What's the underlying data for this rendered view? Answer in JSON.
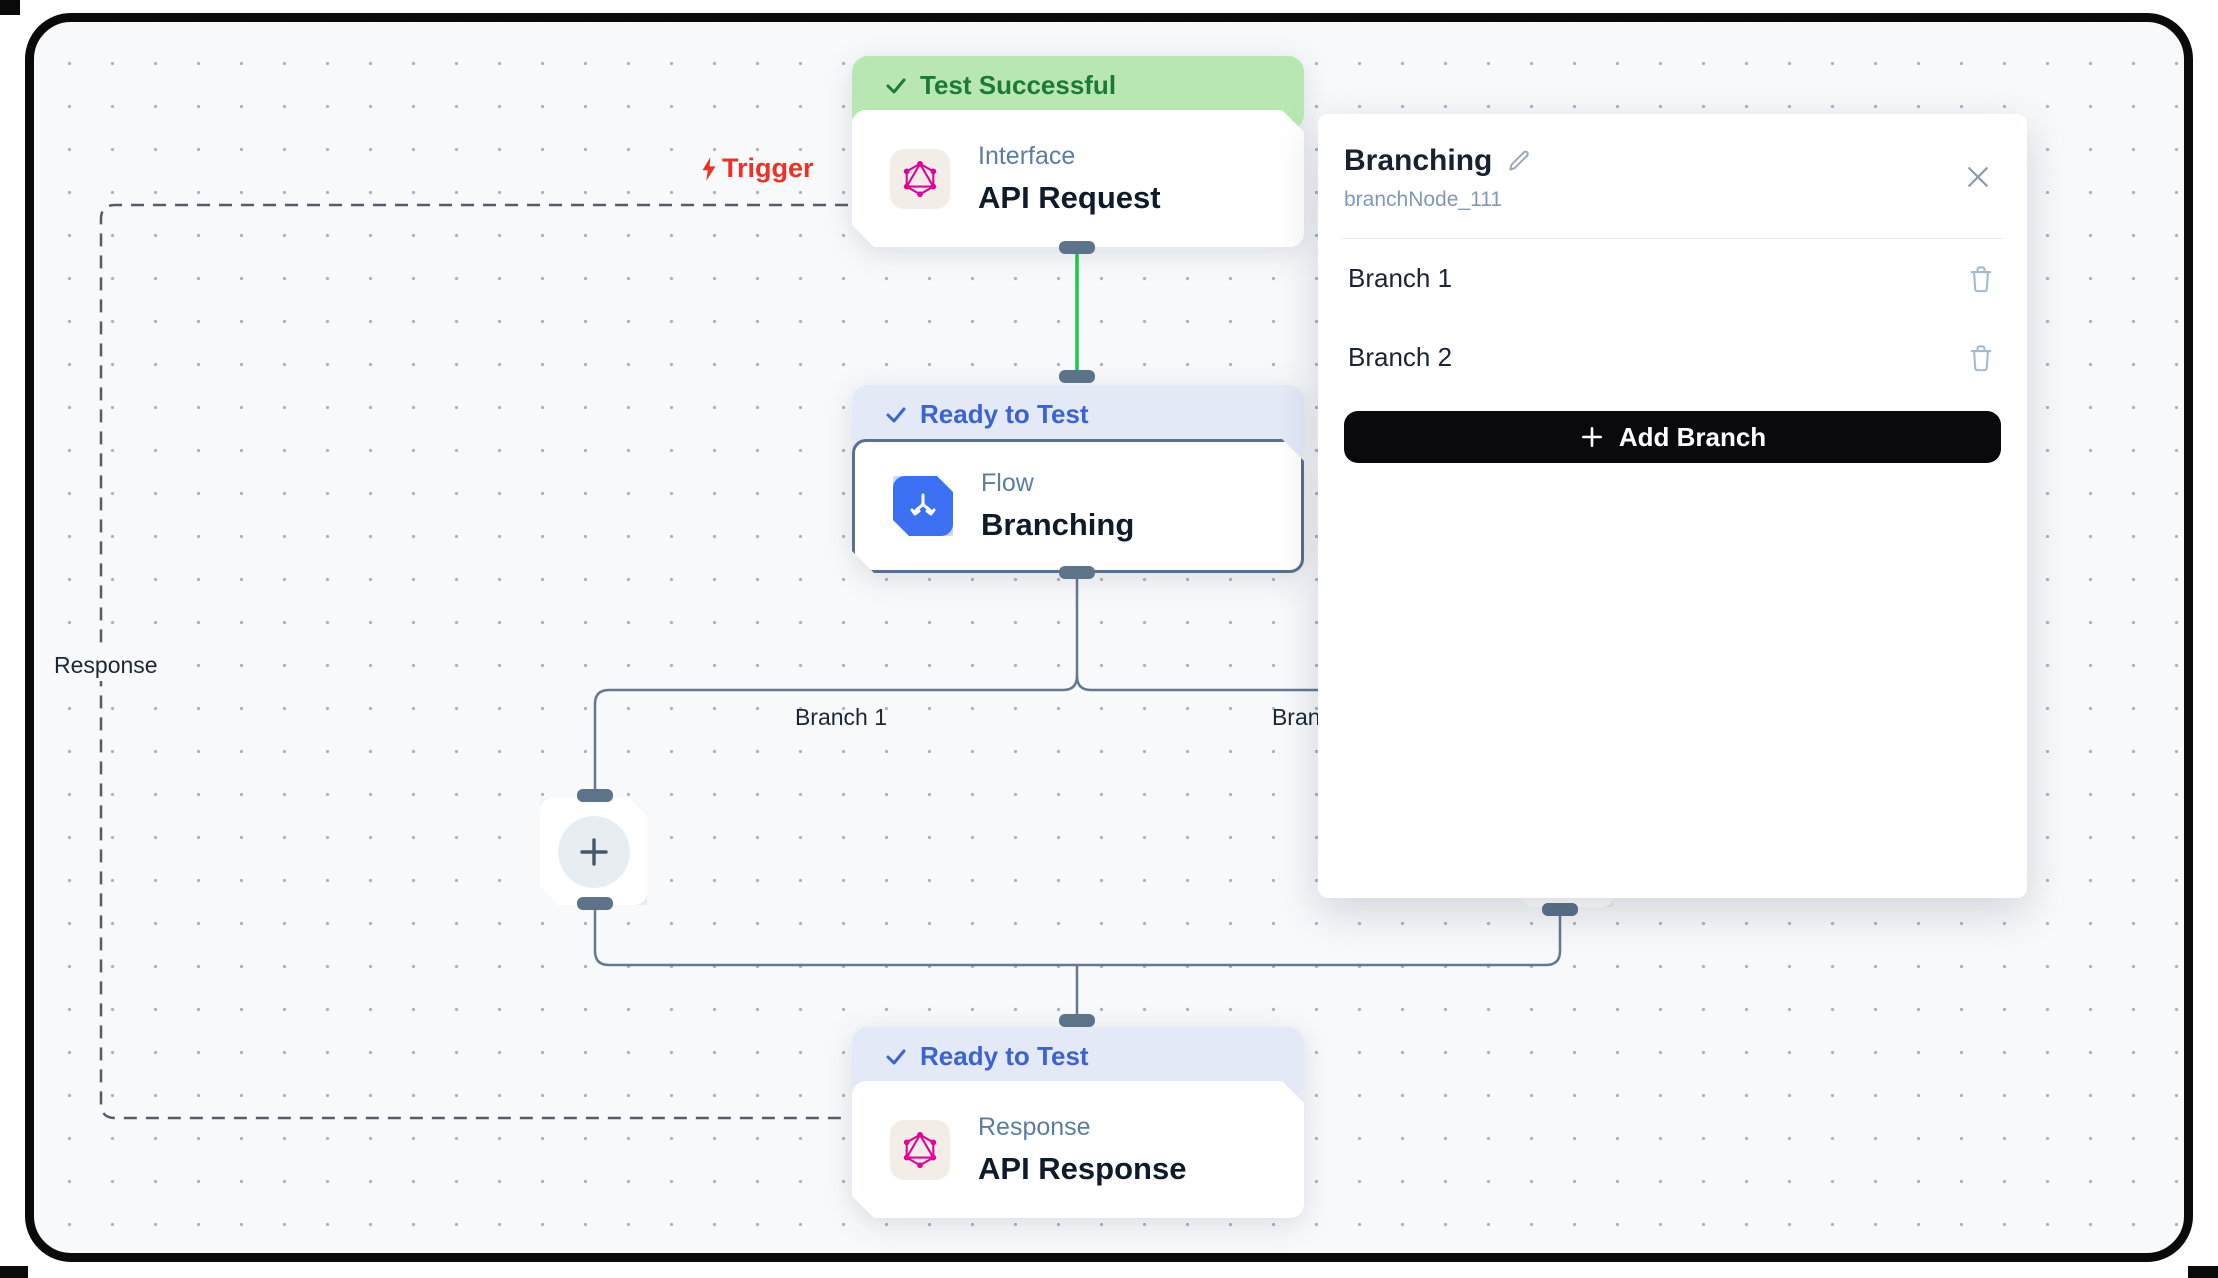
{
  "canvas": {
    "background": "#f7f9fb",
    "dot_color": "#aab3be",
    "frame_color": "#0a0a0a",
    "trigger_label": "Trigger",
    "response_label": "Response",
    "branch1_label": "Branch 1",
    "branch2_label": "Branch 2"
  },
  "nodes": {
    "api_request": {
      "status": "Test Successful",
      "category": "Interface",
      "title": "API Request",
      "status_colors": {
        "background": "#b9e7b4",
        "text": "#1b7a33"
      }
    },
    "branching": {
      "status": "Ready to Test",
      "category": "Flow",
      "title": "Branching",
      "status_colors": {
        "background": "#e4e9f8",
        "text": "#3d63d2"
      },
      "selected": true
    },
    "api_response": {
      "status": "Ready to Test",
      "category": "Response",
      "title": "API Response",
      "status_colors": {
        "background": "#e4e9f8",
        "text": "#3d63d2"
      }
    }
  },
  "panel": {
    "title": "Branching",
    "subtitle": "branchNode_111",
    "branches": [
      "Branch 1",
      "Branch 2"
    ],
    "add_button_label": "Add Branch",
    "button_color": "#0a0a0c"
  },
  "colors": {
    "connector_line": "#64798f",
    "success_line": "#1dc84e",
    "handle": "#5d7389",
    "flow_icon_blue": "#3b70f2",
    "graphql_pink": "#e10098",
    "trigger_red": "#ee3124"
  }
}
